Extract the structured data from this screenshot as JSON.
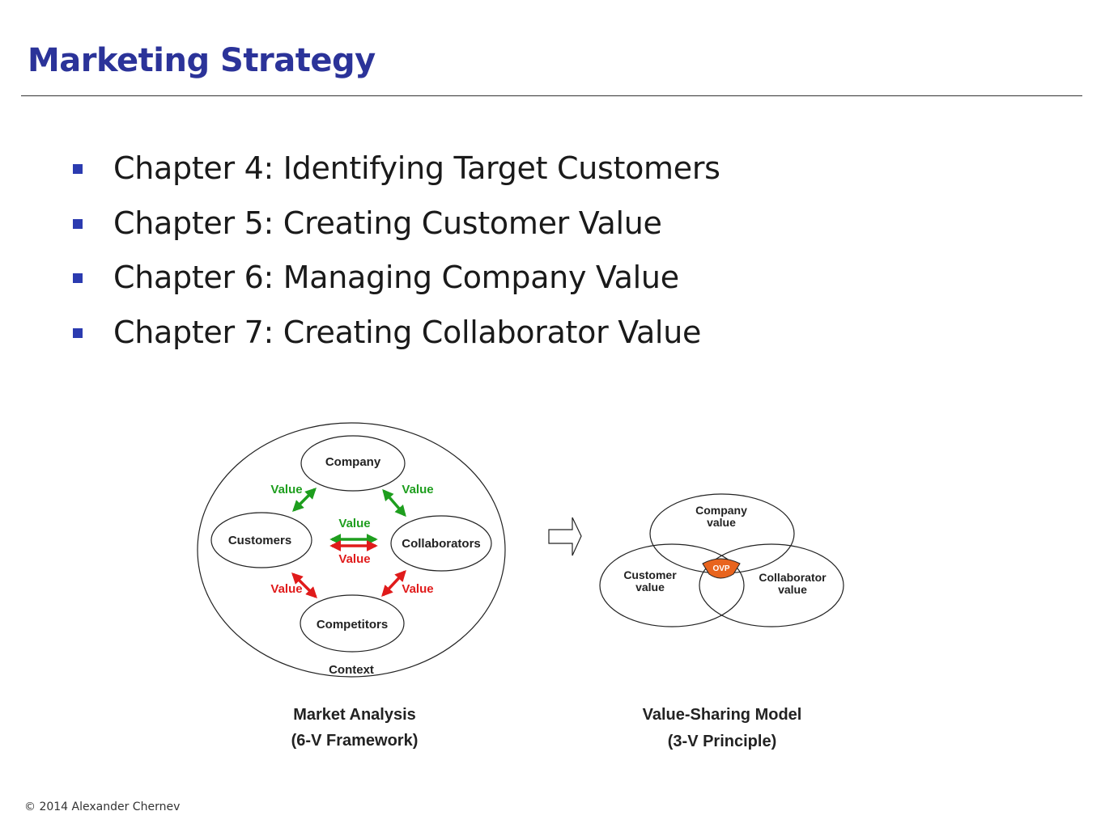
{
  "header": {
    "title": "Marketing Strategy"
  },
  "bullets": [
    "Chapter 4: Identifying Target Customers",
    "Chapter 5: Creating Customer Value",
    "Chapter 6: Managing Company Value",
    "Chapter 7: Creating Collaborator Value"
  ],
  "market_analysis": {
    "nodes": {
      "company": "Company",
      "customers": "Customers",
      "collaborators": "Collaborators",
      "competitors": "Competitors",
      "context": "Context"
    },
    "value_labels": {
      "top_left": "Value",
      "top_right": "Value",
      "center_top": "Value",
      "center_bottom": "Value",
      "bottom_left": "Value",
      "bottom_right": "Value"
    },
    "caption_line1": "Market Analysis",
    "caption_line2": "(6-V Framework)"
  },
  "value_sharing": {
    "company_line1": "Company",
    "company_line2": "value",
    "customer_line1": "Customer",
    "customer_line2": "value",
    "collaborator_line1": "Collaborator",
    "collaborator_line2": "value",
    "center": "OVP",
    "caption_line1": "Value-Sharing Model",
    "caption_line2": "(3-V Principle)"
  },
  "footer": {
    "copyright": "© 2014 Alexander Chernev"
  },
  "colors": {
    "title": "#2b3399",
    "bullet": "#2b3bb0",
    "green": "#1e9e1e",
    "red": "#e01b1b",
    "ovp": "#e8641e"
  }
}
